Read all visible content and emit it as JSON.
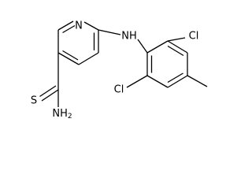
{
  "molecule": {
    "atoms": {
      "pyridine_n": "N",
      "amine_nh": "NH",
      "chlorine_top": "Cl",
      "chlorine_bottom": "Cl",
      "sulfur": "S",
      "amide_nh2": "NH",
      "amide_nh2_subscript": "2"
    }
  },
  "colors": {
    "bond": "#000000",
    "text": "#000000",
    "background": "#ffffff"
  }
}
